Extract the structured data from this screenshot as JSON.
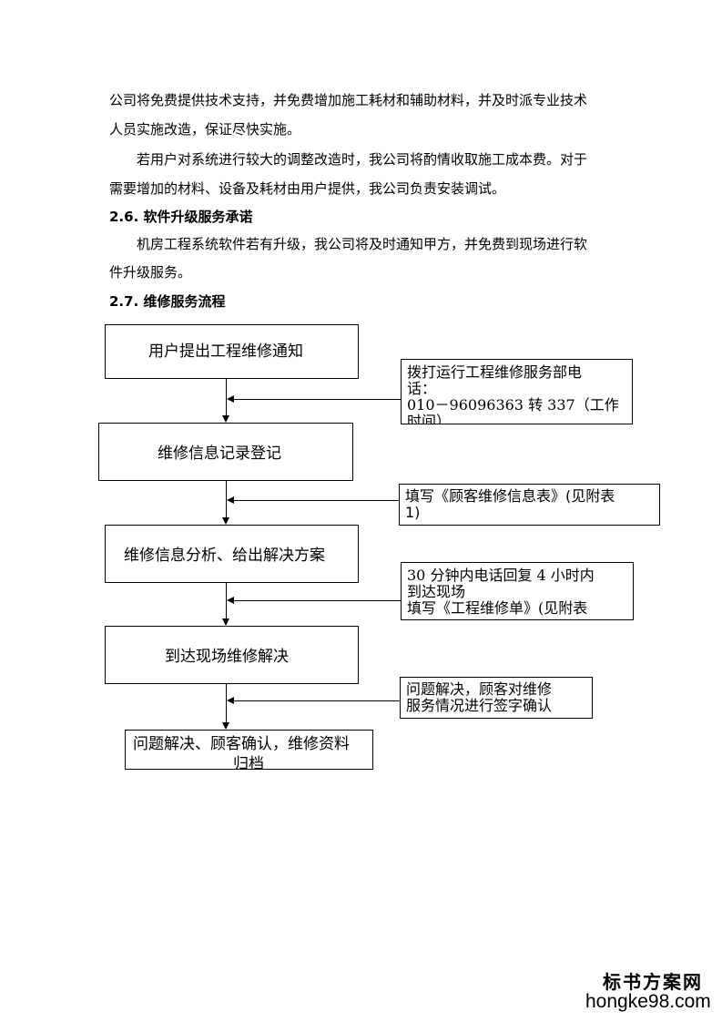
{
  "paragraphs": {
    "p1_line1": "公司将免费提供技术支持，并免费增加施工耗材和辅助材料，并及时派专业技术",
    "p1_line2": "人员实施改造，保证尽快实施。",
    "p2_line1": "若用户对系统进行较大的调整改造时，我公司将酌情收取施工成本费。对于",
    "p2_line2": "需要增加的材料、设备及耗材由用户提供，我公司负责安装调试。",
    "h26": "2.6. 软件升级服务承诺",
    "p3_line1": "机房工程系统软件若有升级，我公司将及时通知甲方，并免费到现场进行软",
    "p3_line2": "件升级服务。",
    "h27": "2.7. 维修服务流程"
  },
  "flow": {
    "step1": "用户提出工程维修通知",
    "step2": "维修信息记录登记",
    "step3": "维修信息分析、给出解决方案",
    "step4": "到达现场维修解决",
    "step5_line1": "问题解决、顾客确认，维修资料",
    "step5_line2": "归档"
  },
  "notes": {
    "n1_line1": "拨打运行工程维修服务部电",
    "n1_line2": "话：",
    "n1_line3": "010－96096363 转 337（工作",
    "n1_line4": "时间）",
    "n2_line1": "填写《顾客维修信息表》(见附表",
    "n2_line2": "1)",
    "n3_line1": "30 分钟内电话回复 4 小时内",
    "n3_line2": "到达现场",
    "n3_line3": "填写《工程维修单》(见附表",
    "n4_line1": "问题解决，顾客对维修",
    "n4_line2": "服务情况进行签字确认"
  },
  "watermark": {
    "brand": "标书方案网",
    "url": "hongke98.com"
  }
}
